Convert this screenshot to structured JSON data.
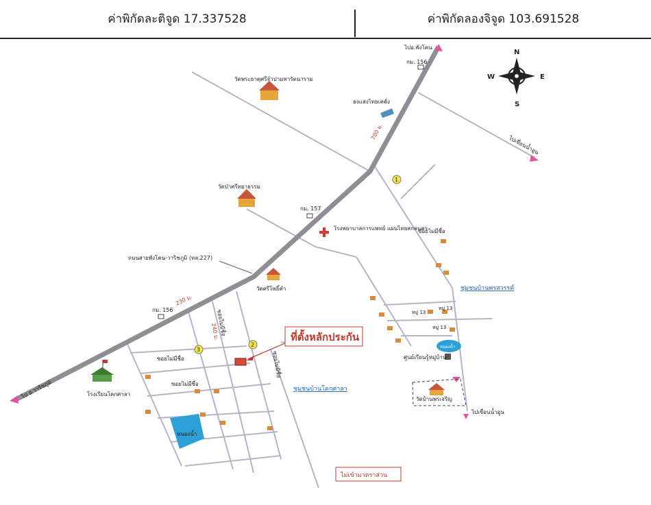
{
  "header": {
    "lat_label": "ค่าพิกัดละติจูด 17.337528",
    "lon_label": "ค่าพิกัดลองจิจูด 103.691528"
  },
  "compass": {
    "n": "N",
    "s": "S",
    "e": "E",
    "w": "W"
  },
  "places": {
    "main_location": "ที่ตั้งหลักประกัน",
    "temple_1": "วัดพระธาตุศรีจำปามหารัตนาราม",
    "temple_2": "วัดป่าศรีทยาธรรม",
    "temple_3": "วัดศรีโพธิ์คำ",
    "temple_4": "วัดบ้านพรเจริญ",
    "company": "ธงแสงไทยเคคั่ง",
    "hospital": "โรงพยาบาลการแพทย์ แผนไทยสกลนคร",
    "school": "โรงเรียนโคกศาลา",
    "community_1": "ชุมชนบ้านพรสวรรค์",
    "community_2": "ชุมชนบ้านโคกศาลา",
    "pond_1": "หนองน้ำ",
    "pond_2": "หนองน้ำ",
    "village_center": "ศูนย์เรียนรู้หมู่บ้าน",
    "main_road": "ถนนสายพังโคน-วาริชภูมิ (ทล.227)",
    "soi_1": "ซอยไม่มีชื่อ",
    "soi_2": "ซอยไม่มีชื่อ",
    "soi_3": "ซอยไม่มีชื่อ",
    "soi_4": "ซอยไม่มีชื่อ",
    "soi_5": "ซอยไม่มีชื่อ",
    "to_phangkhon": "ไปอ.พังโคน",
    "to_warichaphum": "ไป อ.วาริชภูมิ",
    "to_dam_1": "ไปเขื่อนน้ำอูน",
    "to_dam_2": "ไปเขื่อนน้ำอูน",
    "km_1": "กม. 156",
    "km_2": "กม. 157",
    "km_3": "กม. 156",
    "dist_1": "700 ม.",
    "dist_2": "230 ม.",
    "dist_3": "240 ม.",
    "moo_1": "หมู่ 13",
    "moo_2": "หมู่ 13",
    "moo_3": "หมู่ 13",
    "note": "ไม่เข้ามาตราส่วน",
    "marker_1": "1",
    "marker_2": "2",
    "marker_3": "3"
  },
  "colors": {
    "main_road": "#8e8e96",
    "minor_road": "#b4b4c8",
    "pond": "#2f9fd8",
    "arrow": "#e0569a",
    "label_red": "#c0392b",
    "label_blue": "#1f5fb0",
    "marker_fill": "#f5e642",
    "house": "#d98a3a"
  }
}
